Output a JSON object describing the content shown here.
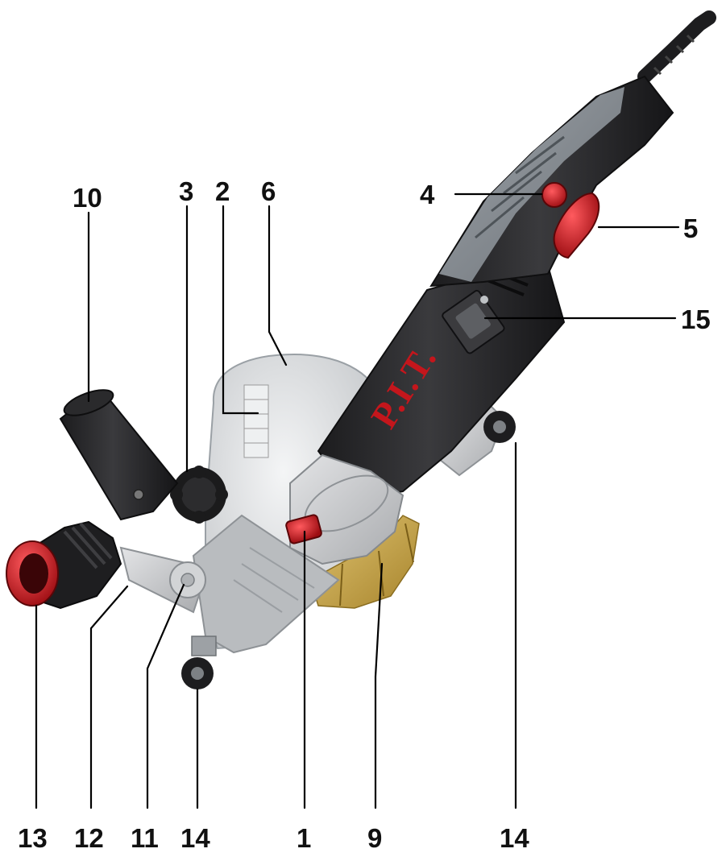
{
  "diagram": {
    "brand_text": "P.I.T.",
    "callouts": [
      {
        "id": "10",
        "label": "10"
      },
      {
        "id": "3",
        "label": "3"
      },
      {
        "id": "2",
        "label": "2"
      },
      {
        "id": "6",
        "label": "6"
      },
      {
        "id": "4",
        "label": "4"
      },
      {
        "id": "5",
        "label": "5"
      },
      {
        "id": "15",
        "label": "15"
      },
      {
        "id": "13",
        "label": "13"
      },
      {
        "id": "12",
        "label": "12"
      },
      {
        "id": "11",
        "label": "11"
      },
      {
        "id": "14a",
        "label": "14"
      },
      {
        "id": "1",
        "label": "1"
      },
      {
        "id": "9",
        "label": "9"
      },
      {
        "id": "14b",
        "label": "14"
      }
    ],
    "colors": {
      "body_dark": "#2a2a2c",
      "grip_grey": "#8a9096",
      "accent_red": "#c4161c",
      "guard_silver": "#c9cbcd",
      "blade_gold": "#c9a64a"
    }
  }
}
